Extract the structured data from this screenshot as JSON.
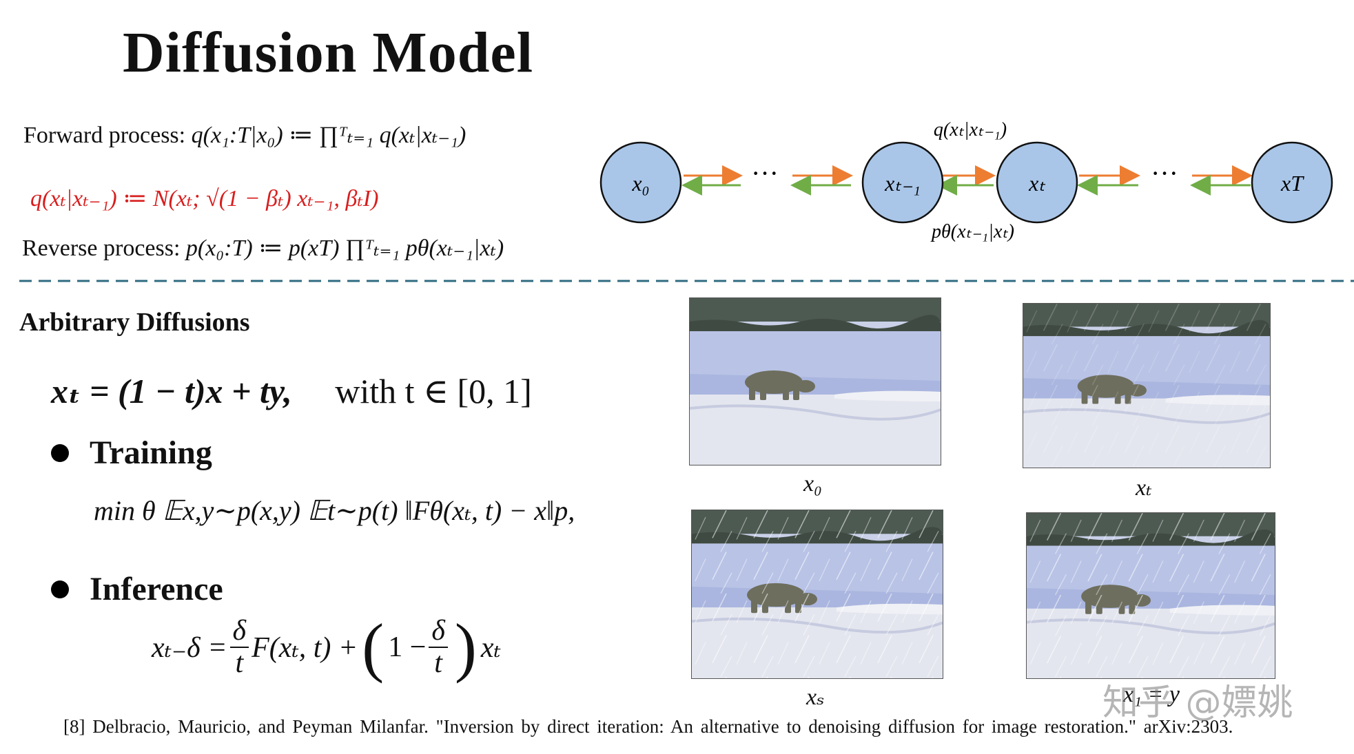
{
  "title": "Diffusion Model",
  "forward": {
    "label": "Forward process:",
    "formula": "q(x₁:T|x₀) ≔ ∏ᵀₜ₌₁ q(xₜ|xₜ₋₁)"
  },
  "noise_step": {
    "formula": "q(xₜ|xₜ₋₁) ≔ N(xₜ; √(1 − βₜ) xₜ₋₁, βₜI)",
    "color": "#d81e1e"
  },
  "reverse": {
    "label": "Reverse process:",
    "formula": "p(x₀:T) ≔ p(xT) ∏ᵀₜ₌₁ pθ(xₜ₋₁|xₜ)"
  },
  "chain": {
    "nodes": [
      "x₀",
      "xₜ₋₁",
      "xₜ",
      "xT"
    ],
    "ellipsis": "···",
    "forward_label": "q(xₜ|xₜ₋₁)",
    "reverse_label": "pθ(xₜ₋₁|xₜ)",
    "node_fill": "#a9c6e8",
    "forward_arrow_color": "#ed7d31",
    "reverse_arrow_color": "#70ad47"
  },
  "divider_color": "#2e6b80",
  "arbitrary": {
    "heading": "Arbitrary Diffusions",
    "interp_formula": "xₜ = (1 − t)x + ty,",
    "interp_condition": "with t ∈ [0, 1]",
    "training_label": "Training",
    "training_formula": "min θ 𝔼x,y∼p(x,y) 𝔼t∼p(t) ‖Fθ(xₜ, t) − x‖p,",
    "inference_label": "Inference",
    "inference_lhs": "xₜ₋δ =",
    "inference_frac_num": "δ",
    "inference_frac_den": "t",
    "inference_mid": "F(xₜ, t) +",
    "inference_paren_open": "(",
    "inference_one_minus": "1 −",
    "inference_paren_close": ")",
    "inference_tail": "xₜ"
  },
  "images": [
    {
      "caption": "x₀",
      "rain": false
    },
    {
      "caption": "xₜ",
      "rain": false
    },
    {
      "caption": "xₛ",
      "rain": true
    },
    {
      "caption": "x₁ = y",
      "rain": true
    }
  ],
  "reference": "[8] Delbracio, Mauricio, and Peyman Milanfar. \"Inversion by direct iteration: An alternative to denoising diffusion for image restoration.\" arXiv:2303.",
  "watermark": "知乎 @嫖姚"
}
